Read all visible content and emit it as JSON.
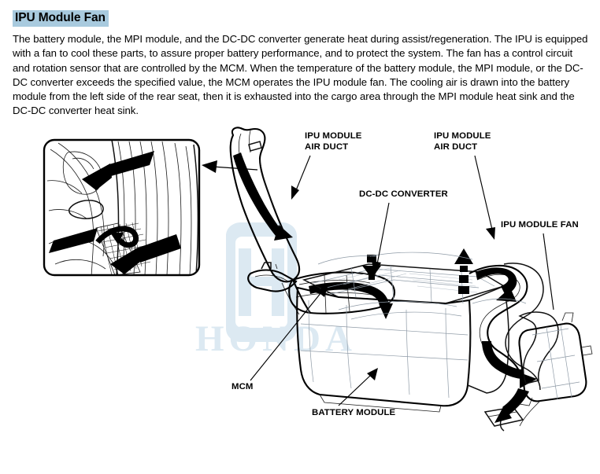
{
  "document": {
    "title": "IPU Module Fan",
    "title_highlight_color": "#a8cade",
    "body_text": "The battery module, the MPI module, and the DC-DC converter generate heat during assist/regeneration. The IPU is equipped with a fan to cool these parts, to assure proper battery performance, and to protect the system. The fan has a control circuit and rotation sensor that are controlled by the MCM. When the temperature of the battery module, the MPI module, or the DC-DC converter exceeds the specified value, the MCM operates the IPU module fan. The cooling air is drawn into the battery module from the left side of the rear seat, then it is exhausted into the cargo area through the MPI module heat sink and the DC-DC converter heat sink."
  },
  "figure": {
    "watermark": {
      "text": "HONDA",
      "color": "#dce9f2",
      "logo": "honda-h-logo"
    },
    "inset": {
      "name": "rear-seat-airflow-inset",
      "description": "rear seat side panel with intake mesh vent and airflow arrows"
    },
    "labels": [
      {
        "id": "ipu-module-air-duct-left",
        "line1": "IPU MODULE",
        "line2": "AIR DUCT"
      },
      {
        "id": "ipu-module-air-duct-right",
        "line1": "IPU MODULE",
        "line2": "AIR DUCT"
      },
      {
        "id": "dc-dc-converter",
        "line1": "DC-DC CONVERTER",
        "line2": ""
      },
      {
        "id": "ipu-module-fan",
        "line1": "IPU MODULE FAN",
        "line2": ""
      },
      {
        "id": "mcm",
        "line1": "MCM",
        "line2": ""
      },
      {
        "id": "battery-module",
        "line1": "BATTERY MODULE",
        "line2": ""
      }
    ],
    "colors": {
      "line": "#111111",
      "ghost_line": "#8e9aa6",
      "airflow_arrow": "#000000"
    }
  }
}
